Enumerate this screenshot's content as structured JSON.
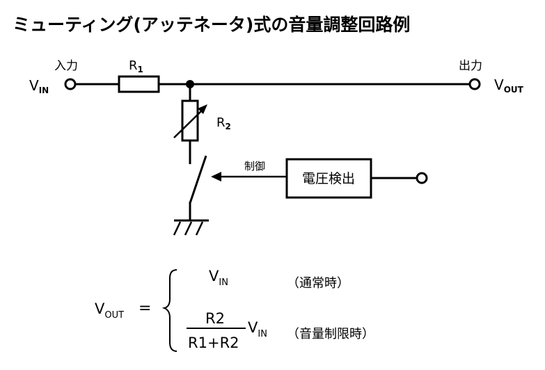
{
  "title": "ミューティング(アッテネータ)式の音量調整回路例",
  "circuit": {
    "input_label": "入力",
    "input_symbol": "V",
    "input_sub": "IN",
    "output_label": "出力",
    "output_symbol": "V",
    "output_sub": "OUT",
    "r1_letter": "R",
    "r1_sub": "1",
    "r2_letter": "R",
    "r2_sub": "2",
    "control_label": "制御",
    "detector_label": "電圧検出"
  },
  "formula": {
    "lhs_symbol": "V",
    "lhs_sub": "OUT",
    "equals": "=",
    "case1_symbol": "V",
    "case1_sub": "IN",
    "case1_condition": "（通常時）",
    "num_letter": "R",
    "num_sub": "2",
    "den_r1_letter": "R",
    "den_r1_sub": "1",
    "den_plus": "+",
    "den_r2_letter": "R",
    "den_r2_sub": "2",
    "case2_symbol": "V",
    "case2_sub": "IN",
    "case2_condition": "（音量制限時）"
  }
}
